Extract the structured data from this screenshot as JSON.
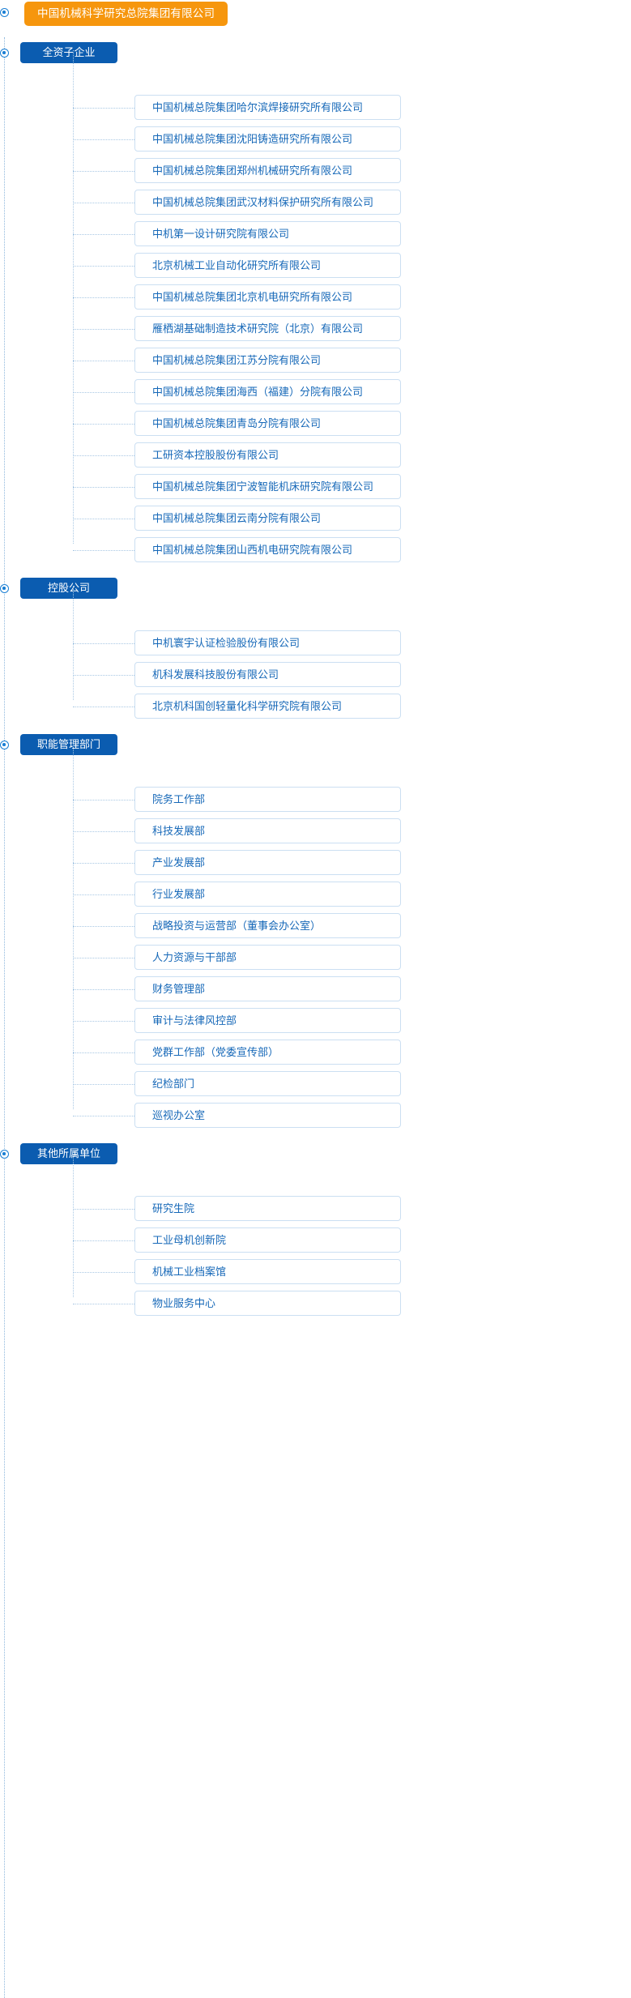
{
  "root": {
    "label": "中国机械科学研究总院集团有限公司",
    "color": "#f6960d"
  },
  "theme": {
    "section_bg": "#0b5cb0",
    "item_border": "#cbdff2",
    "item_text": "#1668b8",
    "line_color": "#a9c8e4",
    "node_color": "#1a7fd4"
  },
  "sections": [
    {
      "label": "全资子企业",
      "items": [
        "中国机械总院集团哈尔滨焊接研究所有限公司",
        "中国机械总院集团沈阳铸造研究所有限公司",
        "中国机械总院集团郑州机械研究所有限公司",
        "中国机械总院集团武汉材料保护研究所有限公司",
        "中机第一设计研究院有限公司",
        "北京机械工业自动化研究所有限公司",
        "中国机械总院集团北京机电研究所有限公司",
        "雁栖湖基础制造技术研究院（北京）有限公司",
        "中国机械总院集团江苏分院有限公司",
        "中国机械总院集团海西（福建）分院有限公司",
        "中国机械总院集团青岛分院有限公司",
        "工研资本控股股份有限公司",
        "中国机械总院集团宁波智能机床研究院有限公司",
        "中国机械总院集团云南分院有限公司",
        "中国机械总院集团山西机电研究院有限公司"
      ]
    },
    {
      "label": "控股公司",
      "items": [
        "中机寰宇认证检验股份有限公司",
        "机科发展科技股份有限公司",
        "北京机科国创轻量化科学研究院有限公司"
      ]
    },
    {
      "label": "职能管理部门",
      "items": [
        "院务工作部",
        "科技发展部",
        "产业发展部",
        "行业发展部",
        "战略投资与运营部（董事会办公室）",
        "人力资源与干部部",
        "财务管理部",
        "审计与法律风控部",
        "党群工作部（党委宣传部）",
        "纪检部门",
        "巡视办公室"
      ]
    },
    {
      "label": "其他所属单位",
      "items": [
        "研究生院",
        "工业母机创新院",
        "机械工业档案馆",
        "物业服务中心"
      ]
    }
  ]
}
